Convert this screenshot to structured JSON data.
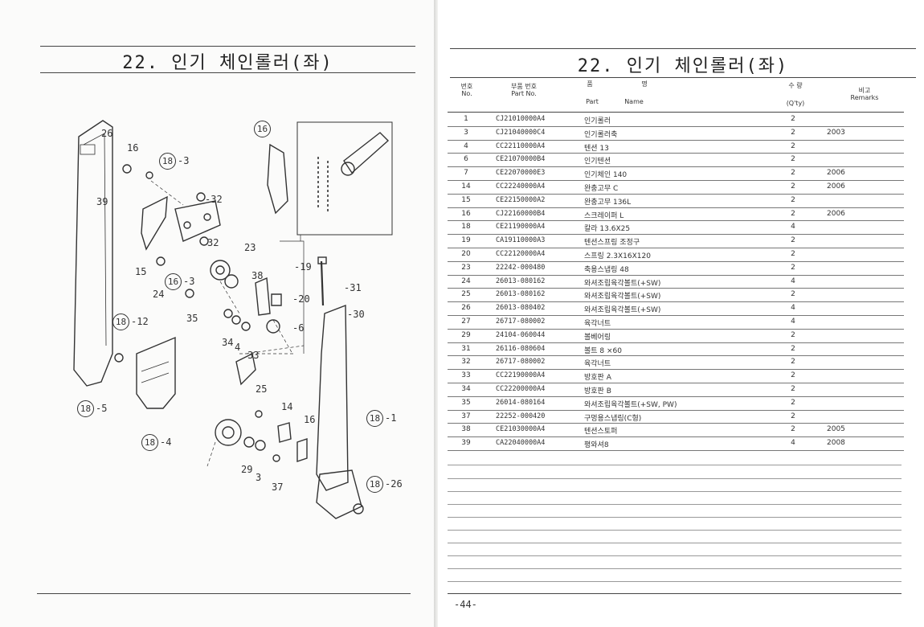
{
  "left_page": {
    "title": "22. 인기 체인롤러(좌)",
    "callouts": [
      "26",
      "16",
      "18",
      "-3",
      "39",
      "-32",
      "32",
      "15",
      "16",
      "-3",
      "24",
      "35",
      "23",
      "-19",
      "38",
      "-20",
      "-31",
      "-30",
      "34",
      "4",
      "33",
      "-6",
      "18",
      "-12",
      "18",
      "-5",
      "18",
      "-4",
      "25",
      "14",
      "16",
      "18",
      "-1",
      "29",
      "3",
      "37",
      "18",
      "-26",
      "16"
    ]
  },
  "right_page": {
    "title": "22. 인기 체인롤러(좌)",
    "headers": {
      "no_kr": "번호",
      "no_en": "No.",
      "part_kr": "부품 번호",
      "part_en": "Part  No.",
      "name_kr1": "품",
      "name_kr2": "명",
      "name_en1": "Part",
      "name_en2": "Name",
      "qty_kr": "수  량",
      "qty_en": "(Q'ty)",
      "remarks_kr": "비고",
      "remarks_en": "Remarks"
    },
    "rows": [
      {
        "no": "1",
        "part": "CJ21010000A4",
        "name": "인기롤러",
        "qty": "2",
        "remarks": ""
      },
      {
        "no": "3",
        "part": "CJ21040000C4",
        "name": "인기롤러축",
        "qty": "2",
        "remarks": "2003"
      },
      {
        "no": "4",
        "part": "CC22110000A4",
        "name": "텐션 13",
        "qty": "2",
        "remarks": ""
      },
      {
        "no": "6",
        "part": "CE21070000B4",
        "name": "인기텐션",
        "qty": "2",
        "remarks": ""
      },
      {
        "no": "7",
        "part": "CE22070000E3",
        "name": "인기체인 140",
        "qty": "2",
        "remarks": "2006"
      },
      {
        "no": "14",
        "part": "CC22240000A4",
        "name": "완충고무 C",
        "qty": "2",
        "remarks": "2006"
      },
      {
        "no": "15",
        "part": "CE22150000A2",
        "name": "완충고무 136L",
        "qty": "2",
        "remarks": ""
      },
      {
        "no": "16",
        "part": "CJ22160000B4",
        "name": "스크레이퍼 L",
        "qty": "2",
        "remarks": "2006"
      },
      {
        "no": "18",
        "part": "CE21190000A4",
        "name": "칼라 13.6X25",
        "qty": "4",
        "remarks": ""
      },
      {
        "no": "19",
        "part": "CA19110000A3",
        "name": "텐션스프링 조정구",
        "qty": "2",
        "remarks": ""
      },
      {
        "no": "20",
        "part": "CC22120000A4",
        "name": "스프링 2.3X16X120",
        "qty": "2",
        "remarks": ""
      },
      {
        "no": "23",
        "part": "22242-000480",
        "name": "축용스냅링 48",
        "qty": "2",
        "remarks": ""
      },
      {
        "no": "24",
        "part": "26013-080162",
        "name": "와셔조립육각볼트(+SW)",
        "qty": "4",
        "remarks": ""
      },
      {
        "no": "25",
        "part": "26013-080162",
        "name": "와셔조립육각볼트(+SW)",
        "qty": "2",
        "remarks": ""
      },
      {
        "no": "26",
        "part": "26013-080402",
        "name": "와셔조립육각볼트(+SW)",
        "qty": "4",
        "remarks": ""
      },
      {
        "no": "27",
        "part": "26717-080002",
        "name": "육각너트",
        "qty": "4",
        "remarks": ""
      },
      {
        "no": "29",
        "part": "24104-060044",
        "name": "볼베어링",
        "qty": "2",
        "remarks": ""
      },
      {
        "no": "31",
        "part": "26116-080604",
        "name": "볼트 8 ×60",
        "qty": "2",
        "remarks": ""
      },
      {
        "no": "32",
        "part": "26717-080002",
        "name": "육각너트",
        "qty": "2",
        "remarks": ""
      },
      {
        "no": "33",
        "part": "CC22190000A4",
        "name": "방호판 A",
        "qty": "2",
        "remarks": ""
      },
      {
        "no": "34",
        "part": "CC22200000A4",
        "name": "방호판 B",
        "qty": "2",
        "remarks": ""
      },
      {
        "no": "35",
        "part": "26014-080164",
        "name": "와셔조립육각볼트(+SW, PW)",
        "qty": "2",
        "remarks": ""
      },
      {
        "no": "37",
        "part": "22252-000420",
        "name": "구멍용스냅링(C형)",
        "qty": "2",
        "remarks": ""
      },
      {
        "no": "38",
        "part": "CE21030000A4",
        "name": "텐션스토퍼",
        "qty": "2",
        "remarks": "2005"
      },
      {
        "no": "39",
        "part": "CA22040000A4",
        "name": "평와셔8",
        "qty": "4",
        "remarks": "2008"
      }
    ],
    "page_number": "-44-"
  }
}
